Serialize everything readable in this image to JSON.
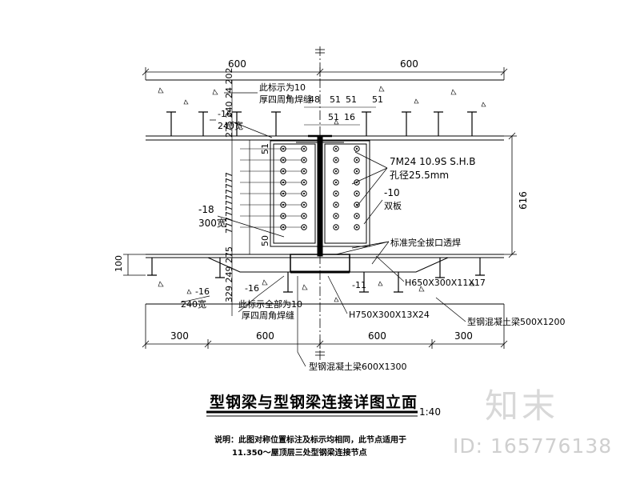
{
  "drawing": {
    "title": "型钢梁与型钢梁连接详图立面",
    "scale": "1:40",
    "note_line1": "说明：此图对称位置标注及标示均相同，此节点适用于",
    "note_line2": "11.350～屋顶层三处型钢梁连接节点"
  },
  "dims": {
    "top_left": "600",
    "top_right": "600",
    "bottom_l1": "300",
    "bottom_l2": "600",
    "bottom_r1": "600",
    "bottom_r2": "300",
    "right_height": "616",
    "left_100": "100",
    "top_48": "48",
    "top_51a": "51",
    "top_51b": "51",
    "top_51c": "51",
    "top_51d": "51",
    "top_16": "16",
    "v_51": "51",
    "v_50": "50",
    "left_stack_top": "275 240 24 202",
    "left_stack_mid": "77777777777",
    "left_stack_bot": "329 249 275"
  },
  "labels": {
    "weld_top_1": "此标示为10",
    "weld_top_2": "厚四周角焊缝",
    "plate16_top": "-16",
    "plate16_top_w": "240宽",
    "plate18": "-18",
    "plate18_w": "300宽",
    "bolts_1": "7M24 10.9S S.H.B",
    "bolts_2": "孔径25.5mm",
    "plate10": "-10",
    "plate10_note": "双板",
    "weld_full": "标准完全拔口透焊",
    "beam_h650": "H650X300X11X17",
    "plate16_bot_1": "-16",
    "plate16_bot_2": "-16",
    "plate16_bot_w": "240宽",
    "weld_bot_1": "此标示全部为10",
    "weld_bot_2": "厚四周角焊缝",
    "plate11": "-11",
    "beam_h750": "H750X300X13X24",
    "beam_500": "型钢混凝土梁500X1200",
    "beam_600": "型钢混凝土梁600X1300"
  },
  "watermark": {
    "logo": "知末",
    "id": "ID: 165776138"
  }
}
